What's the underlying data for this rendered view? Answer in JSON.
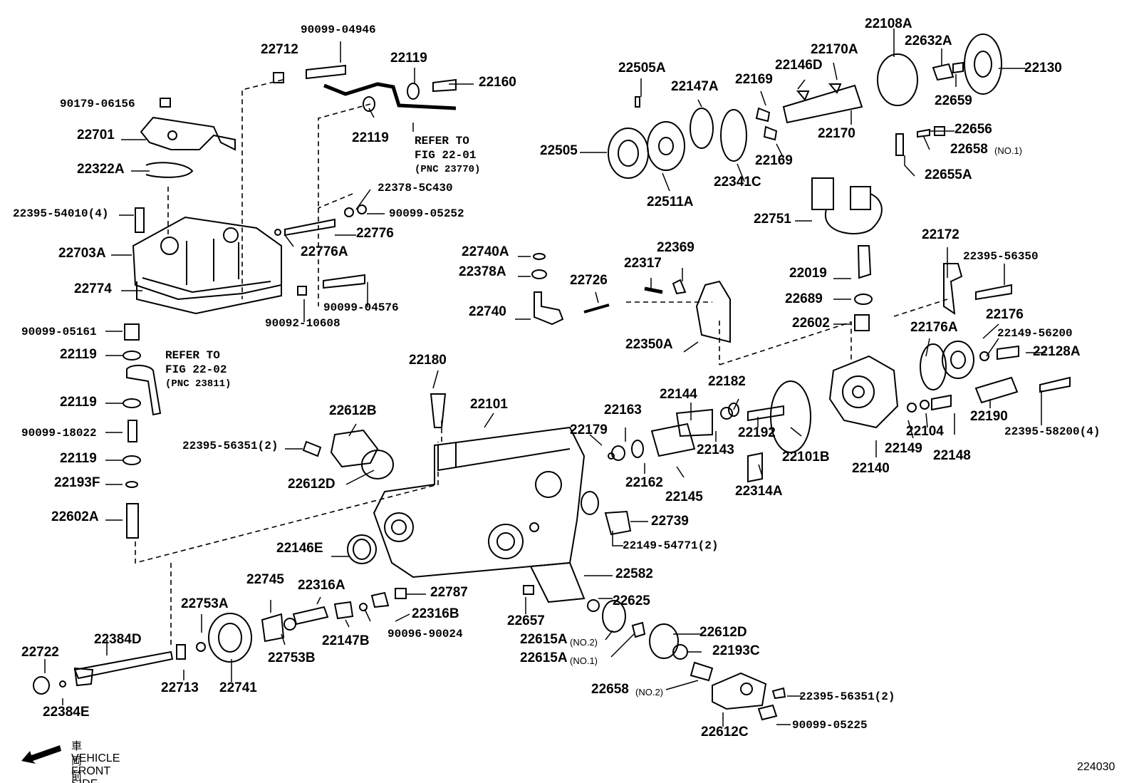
{
  "figure_number": "224030",
  "direction_note": {
    "jp": "車両前方",
    "en": "VEHICLE FRONT SIDE"
  },
  "references": [
    {
      "lines": [
        "REFER TO",
        "FIG 22-01",
        "(PNC 23770)"
      ]
    },
    {
      "lines": [
        "REFER TO",
        "FIG 22-02",
        "(PNC 23811)"
      ]
    }
  ],
  "labels": [
    "90099-04946",
    "22712",
    "22119",
    "22160",
    "90179-06156",
    "22701",
    "22119",
    "22322A",
    "22395-54010(4)",
    "22378-5C430",
    "90099-05252",
    "22776",
    "22776A",
    "22703A",
    "22774",
    "90099-04576",
    "90092-10608",
    "90099-05161",
    "22119",
    "22119",
    "90099-18022",
    "22119",
    "22193F",
    "22602A",
    "22180",
    "22101",
    "22612B",
    "22395-56351(2)",
    "22612D",
    "22146E",
    "22740A",
    "22378A",
    "22726",
    "22317",
    "22369",
    "22740",
    "22350A",
    "22505A",
    "22147A",
    "22169",
    "22146D",
    "22170A",
    "22108A",
    "22632A",
    "22130",
    "22659",
    "22505",
    "22511A",
    "22341C",
    "22169",
    "22170",
    "22656",
    "22658",
    "(NO.1)",
    "22655A",
    "22751",
    "22172",
    "22395-56350",
    "22019",
    "22689",
    "22602",
    "22176A",
    "22176",
    "22149-56200",
    "22128A",
    "22179",
    "22163",
    "22144",
    "22182",
    "22192",
    "22101B",
    "22143",
    "22162",
    "22145",
    "22314A",
    "22140",
    "22149",
    "22104",
    "22148",
    "22190",
    "22395-58200(4)",
    "22739",
    "22149-54771(2)",
    "22582",
    "22625",
    "22657",
    "22787",
    "22745",
    "22316A",
    "22753A",
    "22316B",
    "22147B",
    "90096-90024",
    "22615A",
    "(NO.2)",
    "22615A",
    "(NO.1)",
    "22612D",
    "22193C",
    "22658",
    "(NO.2)",
    "22395-56351(2)",
    "90099-05225",
    "22612C",
    "22722",
    "22384D",
    "22384E",
    "22713",
    "22741",
    "22753B"
  ]
}
